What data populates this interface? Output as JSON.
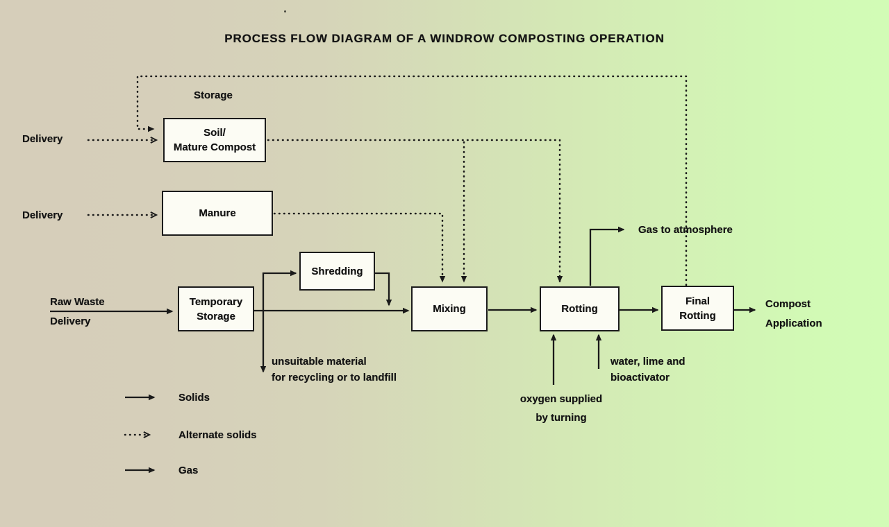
{
  "title": "PROCESS FLOW DIAGRAM OF A WINDROW COMPOSTING OPERATION",
  "boxes": {
    "soil_mature_compost": {
      "line1": "Soil/",
      "line2": "Mature Compost"
    },
    "manure": {
      "label": "Manure"
    },
    "shredding": {
      "label": "Shredding"
    },
    "temporary_storage": {
      "line1": "Temporary",
      "line2": "Storage"
    },
    "mixing": {
      "label": "Mixing"
    },
    "rotting": {
      "label": "Rotting"
    },
    "final_rotting": {
      "line1": "Final",
      "line2": "Rotting"
    }
  },
  "labels": {
    "storage": "Storage",
    "delivery_soil": "Delivery",
    "delivery_manure": "Delivery",
    "raw_waste_line1": "Raw Waste",
    "raw_waste_line2": "Delivery",
    "unsuitable_line1": "unsuitable material",
    "unsuitable_line2": "for recycling or to landfill",
    "gas_to_atmosphere": "Gas to atmosphere",
    "compost_line1": "Compost",
    "compost_line2": "Application",
    "oxygen_line1": "oxygen supplied",
    "oxygen_line2": "by turning",
    "water_line1": "water, lime and",
    "water_line2": "bioactivator"
  },
  "legend": {
    "items": [
      {
        "symbol": "solid-arrow",
        "label": "Solids"
      },
      {
        "symbol": "dotted-arrow",
        "label": "Alternate solids"
      },
      {
        "symbol": "solid-arrow",
        "label": "Gas"
      }
    ]
  },
  "colors": {
    "background_left": "#d6ceba",
    "background_right": "#d2fcb6",
    "line": "#1a1a1a",
    "box_fill": "#fcfcf4",
    "text": "#141414"
  }
}
